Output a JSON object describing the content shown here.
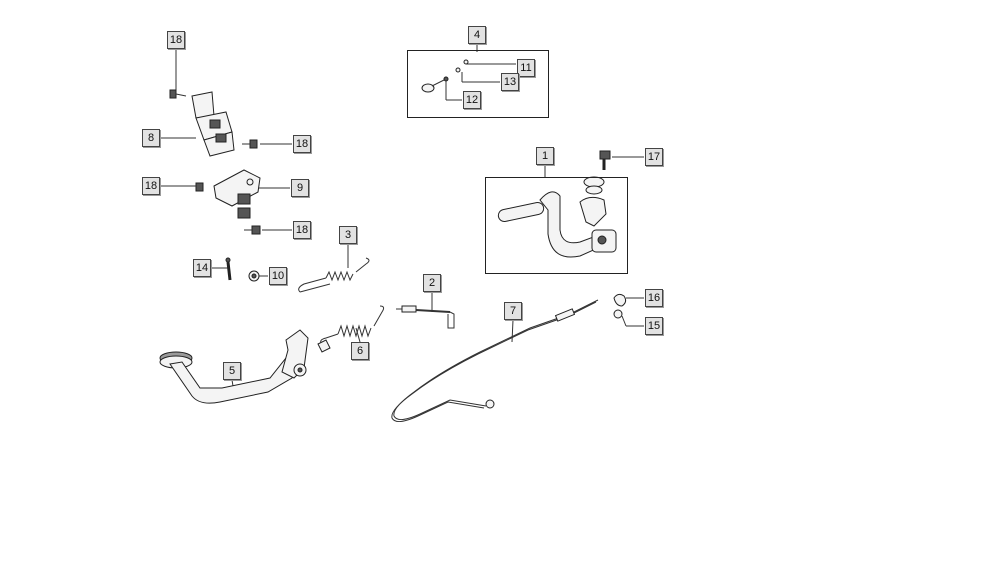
{
  "diagram": {
    "callouts": {
      "c18a": "18",
      "c8": "8",
      "c18b": "18",
      "c18c": "18",
      "c9": "9",
      "c18d": "18",
      "c3": "3",
      "c14": "14",
      "c10": "10",
      "c2": "2",
      "c6": "6",
      "c5": "5",
      "c7": "7",
      "c4": "4",
      "c11": "11",
      "c13": "13",
      "c12": "12",
      "c1": "1",
      "c17": "17",
      "c16": "16",
      "c15": "15"
    }
  }
}
